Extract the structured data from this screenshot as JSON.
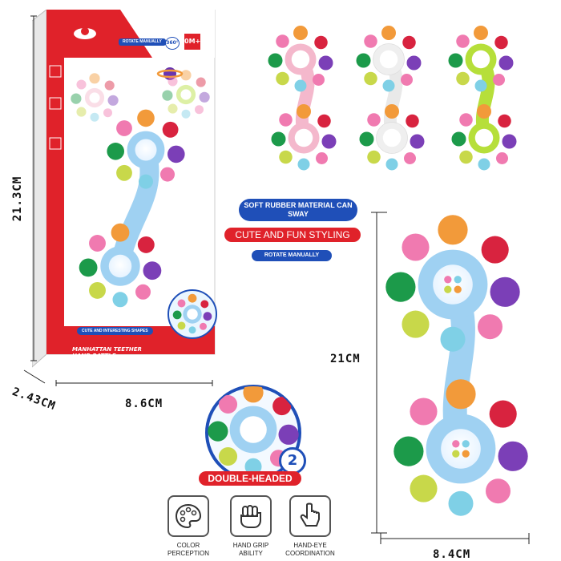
{
  "dimensions": {
    "box_height": "21.3CM",
    "box_depth": "2.43CM",
    "box_width": "8.6CM",
    "toy_height": "21CM",
    "toy_width": "8.4CM"
  },
  "box": {
    "rotate_label": "ROTATE MANUALLY",
    "badge_360": "360°",
    "badge_age": "0M+",
    "inner_label": "CUTE AND INTERESTING SHAPES",
    "product_name": "MANHATTAN TEETHER HAND RATTLE"
  },
  "callouts": {
    "soft_rubber": "SOFT RUBBER MATERIAL CAN SWAY",
    "cute_fun": "CUTE AND FUN STYLING",
    "rotate": "ROTATE MANUALLY"
  },
  "double_headed": {
    "number": "2",
    "label": "DOUBLE-HEADED"
  },
  "features": [
    {
      "label": "COLOR PERCEPTION",
      "icon": "palette-icon"
    },
    {
      "label": "HAND GRIP ABILITY",
      "icon": "fist-icon"
    },
    {
      "label": "HAND-EYE COORDINATION",
      "icon": "pointing-hand-icon"
    }
  ],
  "variants": [
    {
      "name": "pink",
      "color": "#f4b8cc"
    },
    {
      "name": "white",
      "color": "#f2f2f2"
    },
    {
      "name": "green",
      "color": "#b6df3a"
    }
  ],
  "colors": {
    "brand_red": "#e0222a",
    "label_blue": "#1f4fb8",
    "teether_blue": "#9fd1f2"
  }
}
